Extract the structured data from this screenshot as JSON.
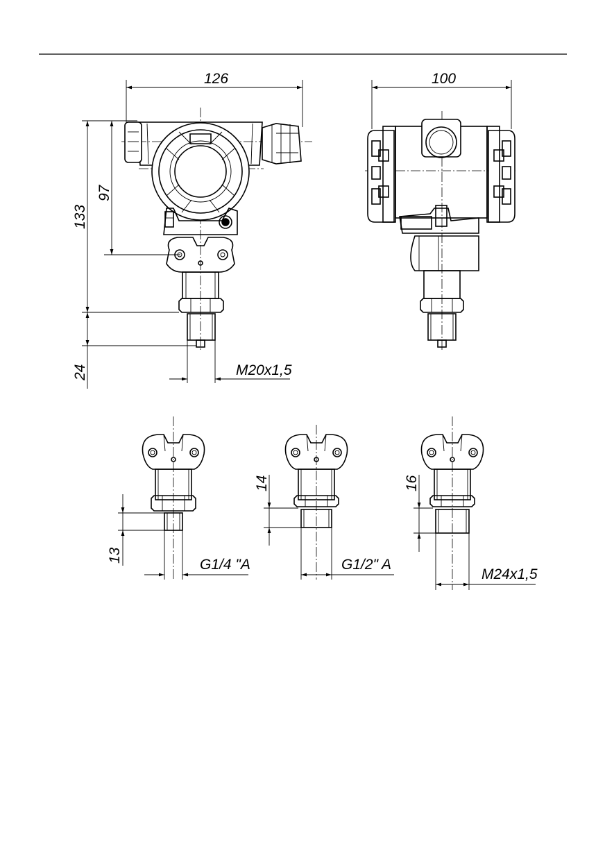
{
  "front_view": {
    "width_dim": "126",
    "height_total_dim": "133",
    "height_center_dim": "97",
    "fitting_length_dim": "24",
    "thread_label": "M20x1,5"
  },
  "side_view": {
    "width_dim": "100"
  },
  "variants": [
    {
      "length_dim": "13",
      "thread_label": "G1/4 \"A"
    },
    {
      "length_dim": "14",
      "thread_label": "G1/2\" A"
    },
    {
      "length_dim": "16",
      "thread_label": "M24x1,5"
    }
  ]
}
